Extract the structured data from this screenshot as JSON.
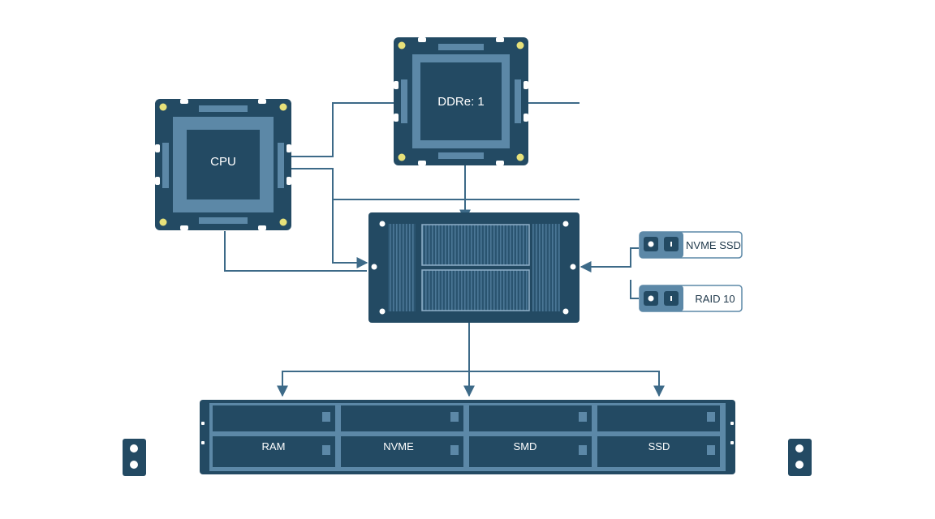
{
  "colors": {
    "dark": "#234a63",
    "mid": "#5c88a7",
    "light": "#8fb0c9",
    "line": "#3d6a88",
    "pin": "#e7e17a",
    "label": "#ffffff",
    "tag_text": "#213a4c"
  },
  "nodes": {
    "cpu": {
      "label": "CPU"
    },
    "ddr": {
      "label": "DDRe: 1"
    },
    "nvme_ssd": {
      "label": "NVME SSD"
    },
    "raid": {
      "label": "RAID 10"
    },
    "bays": [
      {
        "label": "RAM"
      },
      {
        "label": "NVME"
      },
      {
        "label": "SMD"
      },
      {
        "label": "SSD"
      }
    ]
  }
}
